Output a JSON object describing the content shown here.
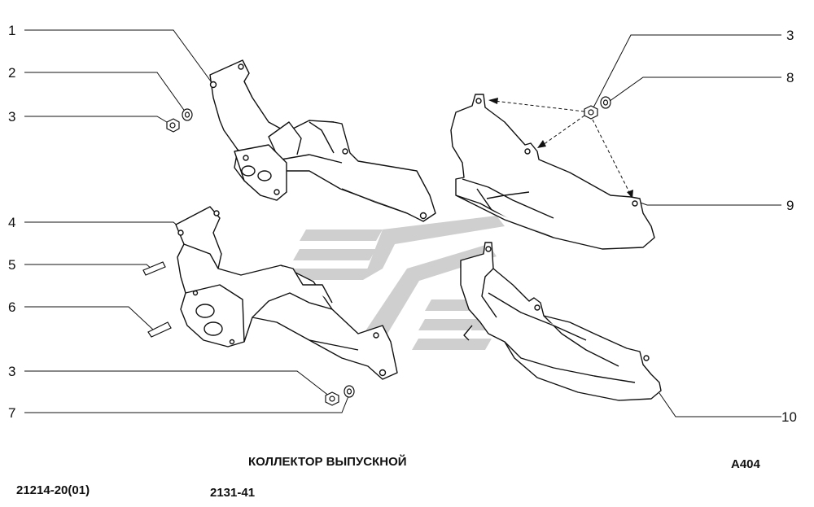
{
  "callouts": {
    "l1": "1",
    "l2": "2",
    "l3a": "3",
    "l4": "4",
    "l5": "5",
    "l6": "6",
    "l3b": "3",
    "l7": "7",
    "r3": "3",
    "r8": "8",
    "r9": "9",
    "r10": "10"
  },
  "footer": {
    "title": "КОЛЛЕКТОР ВЫПУСКНОЙ",
    "code": "A404",
    "model": "21214-20(01)",
    "engine": "2131-41"
  },
  "colors": {
    "ink": "#111111",
    "watermark": "#bdbdbd"
  }
}
